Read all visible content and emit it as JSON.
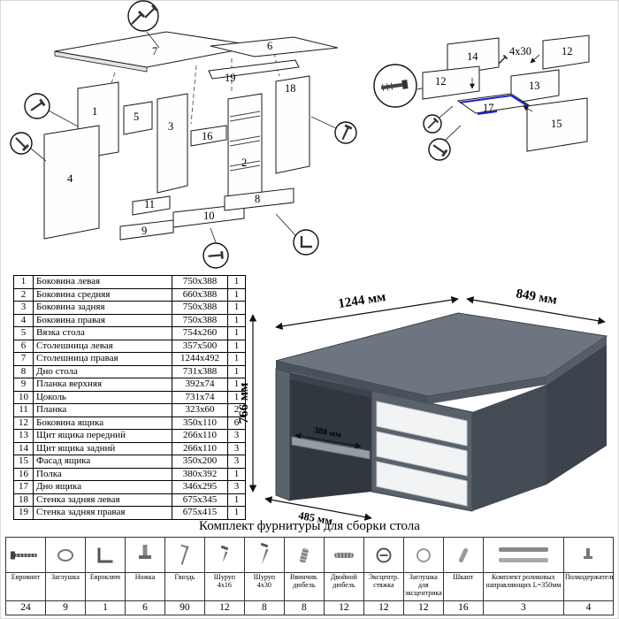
{
  "parts_table": {
    "rows": [
      {
        "num": "1",
        "name": "Боковина левая",
        "size": "750x388",
        "qty": "1"
      },
      {
        "num": "2",
        "name": "Боковина средняя",
        "size": "660x388",
        "qty": "1"
      },
      {
        "num": "3",
        "name": "Боковина задняя",
        "size": "750x388",
        "qty": "1"
      },
      {
        "num": "4",
        "name": "Боковина правая",
        "size": "750x388",
        "qty": "1"
      },
      {
        "num": "5",
        "name": "Вязка стола",
        "size": "754x260",
        "qty": "1"
      },
      {
        "num": "6",
        "name": "Столешница левая",
        "size": "357x500",
        "qty": "1"
      },
      {
        "num": "7",
        "name": "Столешница правая",
        "size": "1244x492",
        "qty": "1"
      },
      {
        "num": "8",
        "name": "Дно стола",
        "size": "731x388",
        "qty": "1"
      },
      {
        "num": "9",
        "name": "Планка верхняя",
        "size": "392x74",
        "qty": "1"
      },
      {
        "num": "10",
        "name": "Цоколь",
        "size": "731x74",
        "qty": "1"
      },
      {
        "num": "11",
        "name": "Планка",
        "size": "323x60",
        "qty": "2"
      },
      {
        "num": "12",
        "name": "Боковина ящика",
        "size": "350x110",
        "qty": "6"
      },
      {
        "num": "13",
        "name": "Щит ящика передний",
        "size": "266x110",
        "qty": "3"
      },
      {
        "num": "14",
        "name": "Щит ящика задний",
        "size": "266x110",
        "qty": "3"
      },
      {
        "num": "15",
        "name": "Фасад ящика",
        "size": "350x200",
        "qty": "3"
      },
      {
        "num": "16",
        "name": "Полка",
        "size": "380x392",
        "qty": "1"
      },
      {
        "num": "17",
        "name": "Дно ящика",
        "size": "346x295",
        "qty": "3"
      },
      {
        "num": "18",
        "name": "Стенка задняя левая",
        "size": "675x345",
        "qty": "1"
      },
      {
        "num": "19",
        "name": "Стенка задняя правая",
        "size": "675x415",
        "qty": "1"
      }
    ]
  },
  "desk_dimensions": {
    "width": "1244 мм",
    "depth_right": "849 мм",
    "height": "766 мм",
    "shelf_depth": "380 мм",
    "depth_left": "485 мм"
  },
  "diagram_left": {
    "labels": [
      "7",
      "6",
      "19",
      "18",
      "1",
      "5",
      "3",
      "16",
      "2",
      "4",
      "11",
      "10",
      "8",
      "9"
    ]
  },
  "diagram_right": {
    "labels": [
      "14",
      "12",
      "12",
      "13",
      "17",
      "15"
    ],
    "note": "4x30"
  },
  "hardware": {
    "title": "Комплект фурнитуры для сборки стола",
    "items": [
      {
        "name": "Евровинт",
        "qty": "24",
        "icon": "euroscrew"
      },
      {
        "name": "Заглушка",
        "qty": "9",
        "icon": "plug"
      },
      {
        "name": "Евроключ",
        "qty": "1",
        "icon": "hexkey"
      },
      {
        "name": "Ножка",
        "qty": "6",
        "icon": "leg"
      },
      {
        "name": "Гвоздь",
        "qty": "90",
        "icon": "nail"
      },
      {
        "name": "Шуруп 4x16",
        "qty": "12",
        "icon": "screw-small"
      },
      {
        "name": "Шуруп 4x30",
        "qty": "8",
        "icon": "screw-large"
      },
      {
        "name": "Ввинчив. дюбель",
        "qty": "8",
        "icon": "threaded-dowel"
      },
      {
        "name": "Двойной дюбель",
        "qty": "12",
        "icon": "double-dowel"
      },
      {
        "name": "Эксцентр. стяжка",
        "qty": "12",
        "icon": "cam-lock"
      },
      {
        "name": "Заглушка для эксцентрика",
        "qty": "12",
        "icon": "cam-cover"
      },
      {
        "name": "Шкант",
        "qty": "16",
        "icon": "dowel"
      },
      {
        "name": "Комплект роликовых направляющих L=350мм",
        "qty": "3",
        "icon": "drawer-slides"
      },
      {
        "name": "Полкодержатель",
        "qty": "4",
        "icon": "shelf-pin"
      }
    ]
  }
}
